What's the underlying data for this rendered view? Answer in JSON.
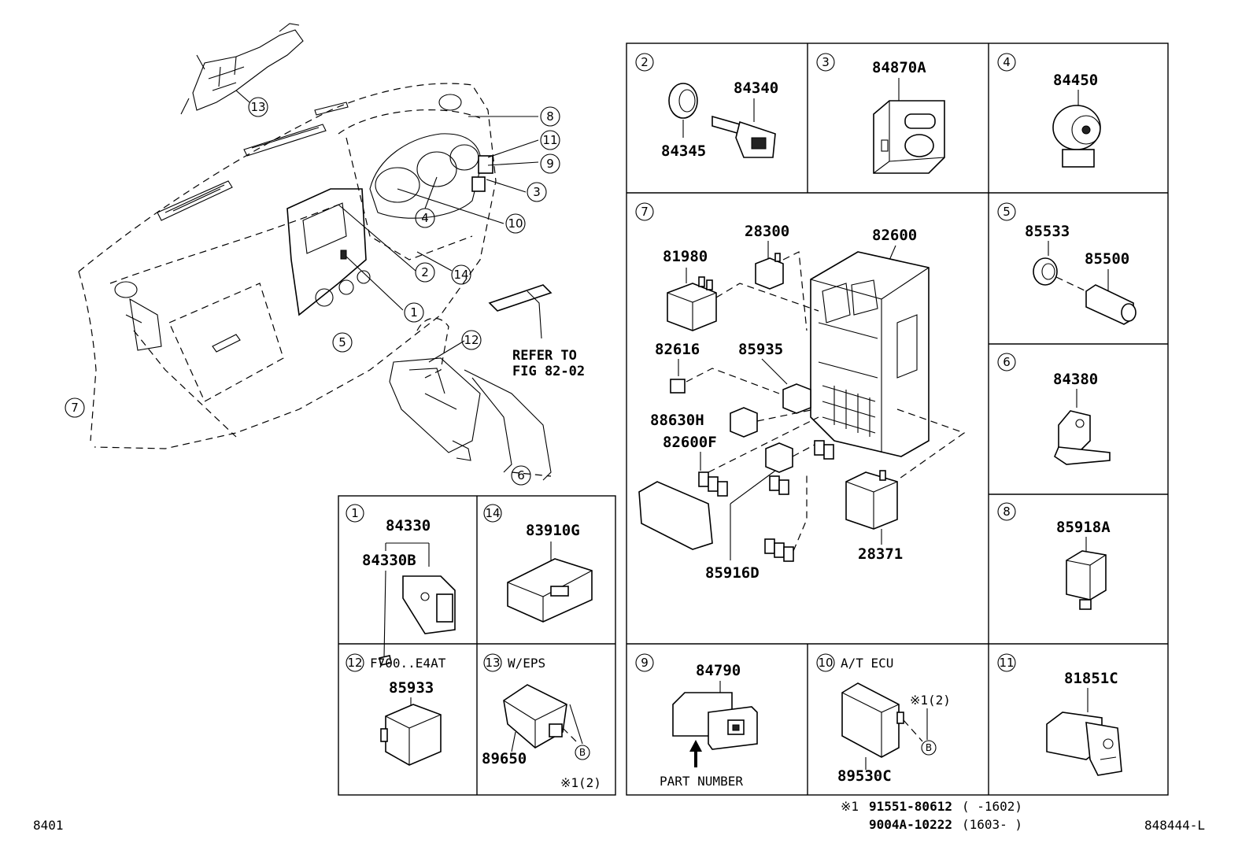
{
  "refer_note": {
    "line1": "REFER TO",
    "line2": "FIG 82-02"
  },
  "overview_callouts": [
    "13",
    "8",
    "11",
    "9",
    "3",
    "10",
    "4",
    "2",
    "14",
    "1",
    "5",
    "12",
    "7",
    "6"
  ],
  "cells": {
    "c1": {
      "num": "1",
      "sub": "",
      "parts": [
        "84330",
        "84330B"
      ]
    },
    "c14": {
      "num": "14",
      "sub": "",
      "parts": [
        "83910G"
      ]
    },
    "c12": {
      "num": "12",
      "sub": "F700..E4AT",
      "parts": [
        "85933"
      ]
    },
    "c13": {
      "num": "13",
      "sub": "W/EPS",
      "parts": [
        "89650"
      ],
      "ref_mark": "B",
      "note": "※1(2)"
    },
    "c2": {
      "num": "2",
      "parts": [
        "84340",
        "84345"
      ]
    },
    "c3": {
      "num": "3",
      "parts": [
        "84870A"
      ]
    },
    "c4": {
      "num": "4",
      "parts": [
        "84450"
      ]
    },
    "c7": {
      "num": "7",
      "parts": [
        "28300",
        "82600",
        "81980",
        "82616",
        "85935",
        "88630H",
        "82600F",
        "85916D",
        "28371"
      ]
    },
    "c5": {
      "num": "5",
      "parts": [
        "85533",
        "85500"
      ]
    },
    "c6": {
      "num": "6",
      "parts": [
        "84380"
      ]
    },
    "c8": {
      "num": "8",
      "parts": [
        "85918A"
      ]
    },
    "c9": {
      "num": "9",
      "parts": [
        "84790"
      ],
      "caption": "PART NUMBER"
    },
    "c10": {
      "num": "10",
      "sub": "A/T ECU",
      "parts": [
        "89530C"
      ],
      "ref_mark": "B",
      "note": "※1(2)"
    },
    "c11": {
      "num": "11",
      "parts": [
        "81851C"
      ]
    }
  },
  "footnote": {
    "mark": "※1",
    "line1_part": "91551-80612",
    "line1_range": "(     -1602)",
    "line2_part": "9004A-10222",
    "line2_range": "(1603-     )"
  },
  "page_left_code": "8401",
  "page_right_code": "848444-L"
}
